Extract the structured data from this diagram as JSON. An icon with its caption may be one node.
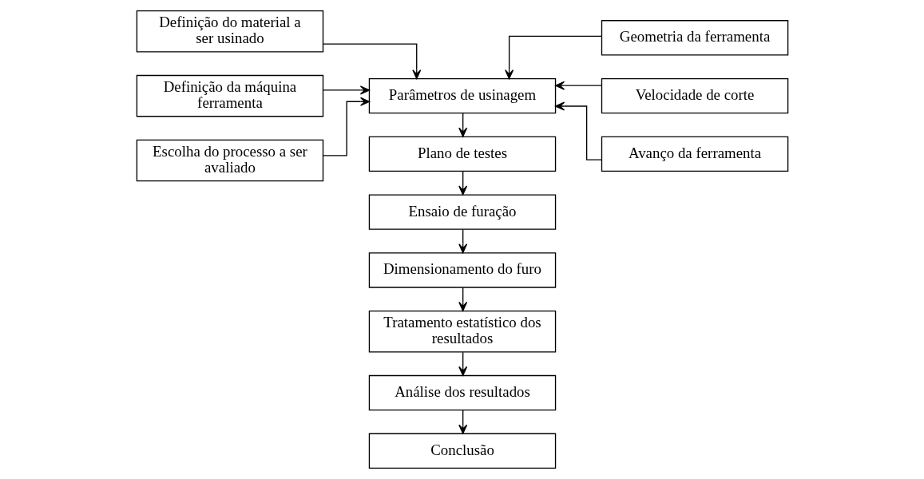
{
  "diagram": {
    "nodes": [
      {
        "text": [
          "Definição do material a ser usinado"
        ]
      },
      {
        "text": [
          "Definição da máquina ferramenta"
        ]
      },
      {
        "text": [
          "Escolha do processo a ser avaliado"
        ]
      },
      {
        "text": [
          "Parâmetros de usinagem"
        ]
      },
      {
        "text": [
          "Geometria da ferramenta"
        ]
      },
      {
        "text": [
          "Velocidade de corte"
        ]
      },
      {
        "text": [
          "Avanço da ferramenta"
        ]
      },
      {
        "text": [
          "Plano de testes"
        ]
      },
      {
        "text": [
          "Ensaio de furação"
        ]
      },
      {
        "text": [
          "Dimensionamento do furo"
        ]
      },
      {
        "text": [
          "Tratamento estatístico dos resultados"
        ]
      },
      {
        "text": [
          "Análise dos resultados"
        ]
      },
      {
        "text": [
          "Conclusão"
        ]
      }
    ],
    "edges": [
      {
        "from": 0,
        "to": 3,
        "arrow": "to"
      },
      {
        "from": 1,
        "to": 3,
        "arrow": "to"
      },
      {
        "from": 2,
        "to": 3,
        "arrow": "to"
      },
      {
        "from": 4,
        "to": 3,
        "arrow": "to"
      },
      {
        "from": 5,
        "to": 3,
        "arrow": "to"
      },
      {
        "from": 6,
        "to": 3,
        "arrow": "to"
      },
      {
        "from": 3,
        "to": 7,
        "arrow": "to"
      },
      {
        "from": 7,
        "to": 8,
        "arrow": "to"
      },
      {
        "from": 8,
        "to": 9,
        "arrow": "to"
      },
      {
        "from": 9,
        "to": 10,
        "arrow": "to"
      },
      {
        "from": 10,
        "to": 11,
        "arrow": "to"
      },
      {
        "from": 11,
        "to": 12,
        "arrow": "to"
      }
    ]
  }
}
